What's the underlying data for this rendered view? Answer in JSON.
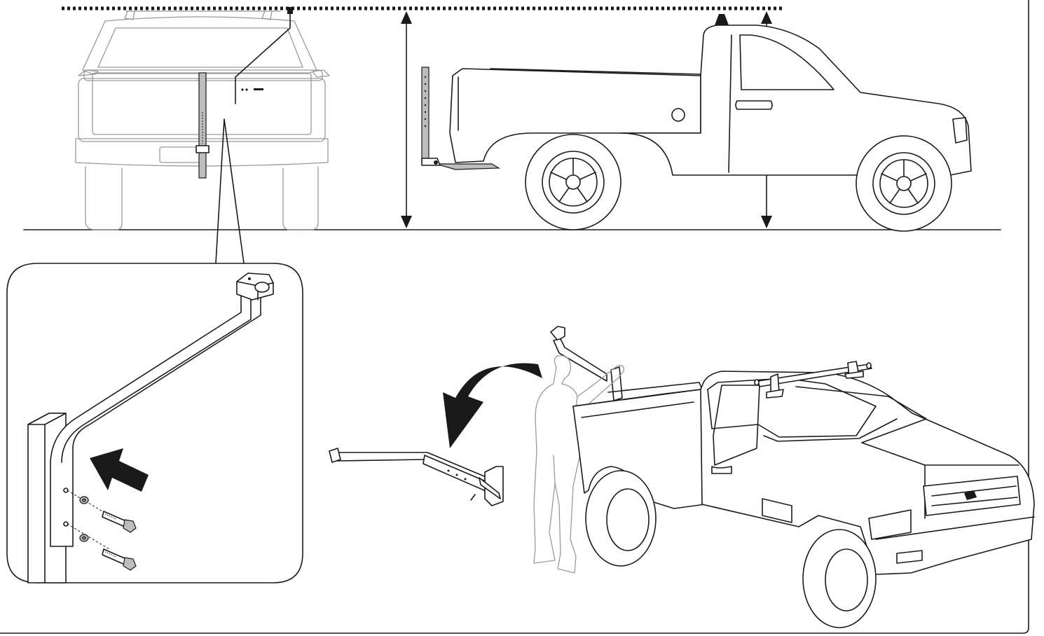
{
  "figure": {
    "frame_color": "#1a1a1a",
    "line_color": "#1a1a1a",
    "faded_color": "#9a9a9a",
    "part_fill": "#bdbdbd",
    "panels": [
      {
        "name": "rear-view-truck-with-mount-arm"
      },
      {
        "name": "side-view-pickup-height-measurement"
      },
      {
        "name": "arm-bolt-detail-callout"
      },
      {
        "name": "installer-swinging-arm-down"
      }
    ],
    "icons": [
      "measurement-arrow-icon",
      "insert-direction-arrow-icon",
      "curved-motion-arrow-icon",
      "bolt-icon",
      "washer-icon"
    ]
  }
}
